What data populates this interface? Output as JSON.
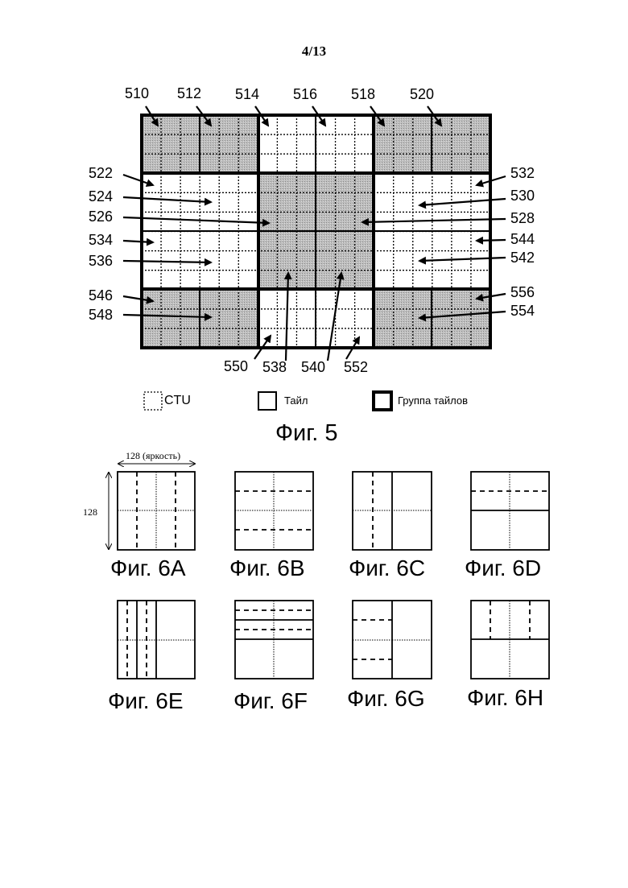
{
  "page_number": "4/13",
  "fig5": {
    "caption": "Фиг. 5",
    "labels": {
      "510": "510",
      "512": "512",
      "514": "514",
      "516": "516",
      "518": "518",
      "520": "520",
      "522": "522",
      "524": "524",
      "526": "526",
      "534": "534",
      "536": "536",
      "546": "546",
      "548": "548",
      "532": "532",
      "530": "530",
      "528": "528",
      "544": "544",
      "542": "542",
      "556": "556",
      "554": "554",
      "550": "550",
      "538": "538",
      "540": "540",
      "552": "552"
    },
    "legend": {
      "ctu": "CTU",
      "tile": "Тайл",
      "tile_group": "Группа тайлов"
    },
    "colors": {
      "shaded": "#b4b4b4",
      "outline": "#000000"
    }
  },
  "fig6": {
    "dim_width": "128 (яркость)",
    "dim_height": "128",
    "captions": {
      "a": "Фиг. 6A",
      "b": "Фиг. 6B",
      "c": "Фиг. 6C",
      "d": "Фиг. 6D",
      "e": "Фиг. 6E",
      "f": "Фиг. 6F",
      "g": "Фиг. 6G",
      "h": "Фиг. 6H"
    }
  }
}
